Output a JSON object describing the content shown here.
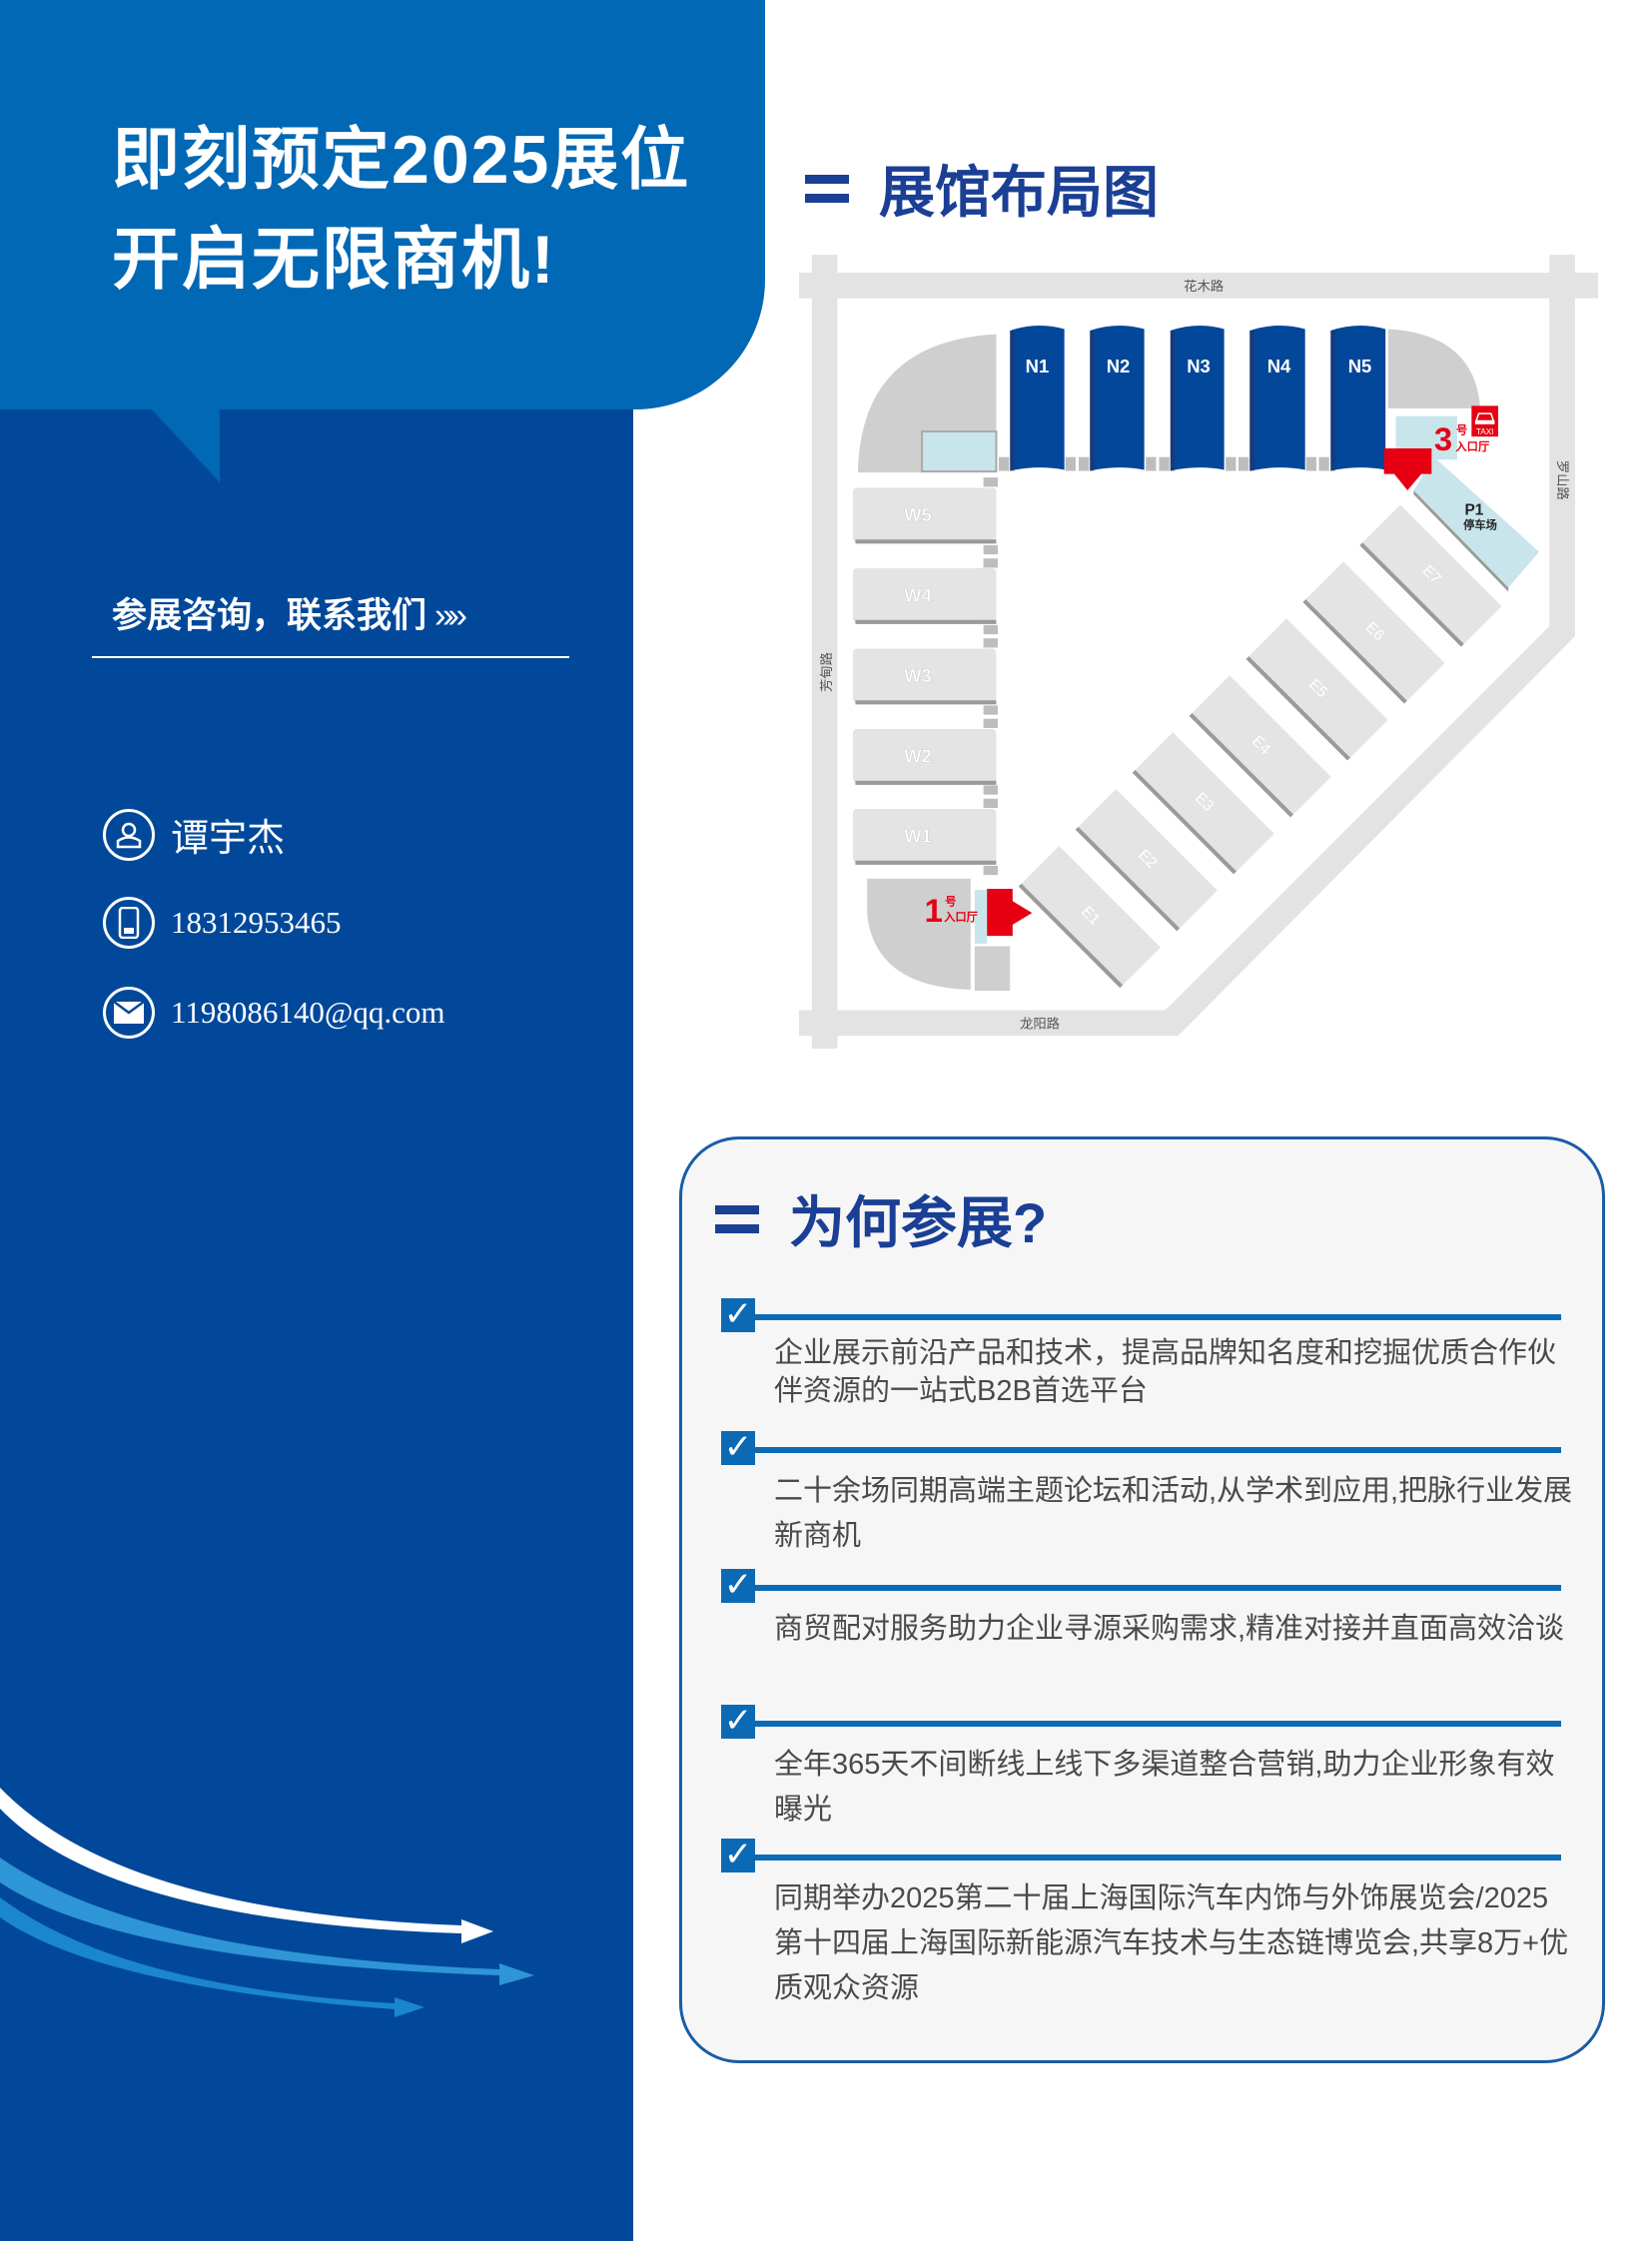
{
  "colors": {
    "dark_blue": "#02489a",
    "mid_blue": "#0068b5",
    "heading_blue": "#1a3f94",
    "accent_red": "#e60012",
    "hall_grey": "#e4e4e4",
    "light_cyan": "#c9e5ec"
  },
  "hero": {
    "line1": "即刻预定2025展位",
    "line2": "开启无限商机!"
  },
  "consult": {
    "label": "参展咨询，联系我们",
    "chevron": "»»"
  },
  "contact": {
    "name": "谭宇杰",
    "phone": "18312953465",
    "email": "1198086140@qq.com"
  },
  "layout_section": {
    "title": "展馆布局图"
  },
  "map": {
    "roads": {
      "north": "花木路",
      "east": "罗山路",
      "west": "芳甸路",
      "south": "龙阳路"
    },
    "north_halls": [
      "N1",
      "N2",
      "N3",
      "N4",
      "N5"
    ],
    "west_halls": [
      "W5",
      "W4",
      "W3",
      "W2",
      "W1"
    ],
    "east_halls": [
      "E1",
      "E2",
      "E3",
      "E4",
      "E5",
      "E6",
      "E7"
    ],
    "entrance1": {
      "num": "1",
      "hao": "号",
      "label": "入口厅"
    },
    "entrance3": {
      "num": "3",
      "hao": "号",
      "label": "入口厅"
    },
    "taxi": "TAXI",
    "parking": {
      "code": "P1",
      "label": "停车场"
    }
  },
  "why": {
    "title": "为何参展?",
    "check": "✓",
    "items": [
      {
        "text": "企业展示前沿产品和技术，提高品牌知名度和挖掘优质合作伙伴资源的一站式B2B首选平台"
      },
      {
        "text": "二十余场同期高端主题论坛和活动,从学术到应用,把脉行业发展新商机"
      },
      {
        "text": "商贸配对服务助力企业寻源采购需求,精准对接并直面高效洽谈"
      },
      {
        "text": "全年365天不间断线上线下多渠道整合营销,助力企业形象有效曝光"
      },
      {
        "text": "同期举办2025第二十届上海国际汽车内饰与外饰展览会/2025第十四届上海国际新能源汽车技术与生态链博览会,共享8万+优质观众资源"
      }
    ]
  }
}
